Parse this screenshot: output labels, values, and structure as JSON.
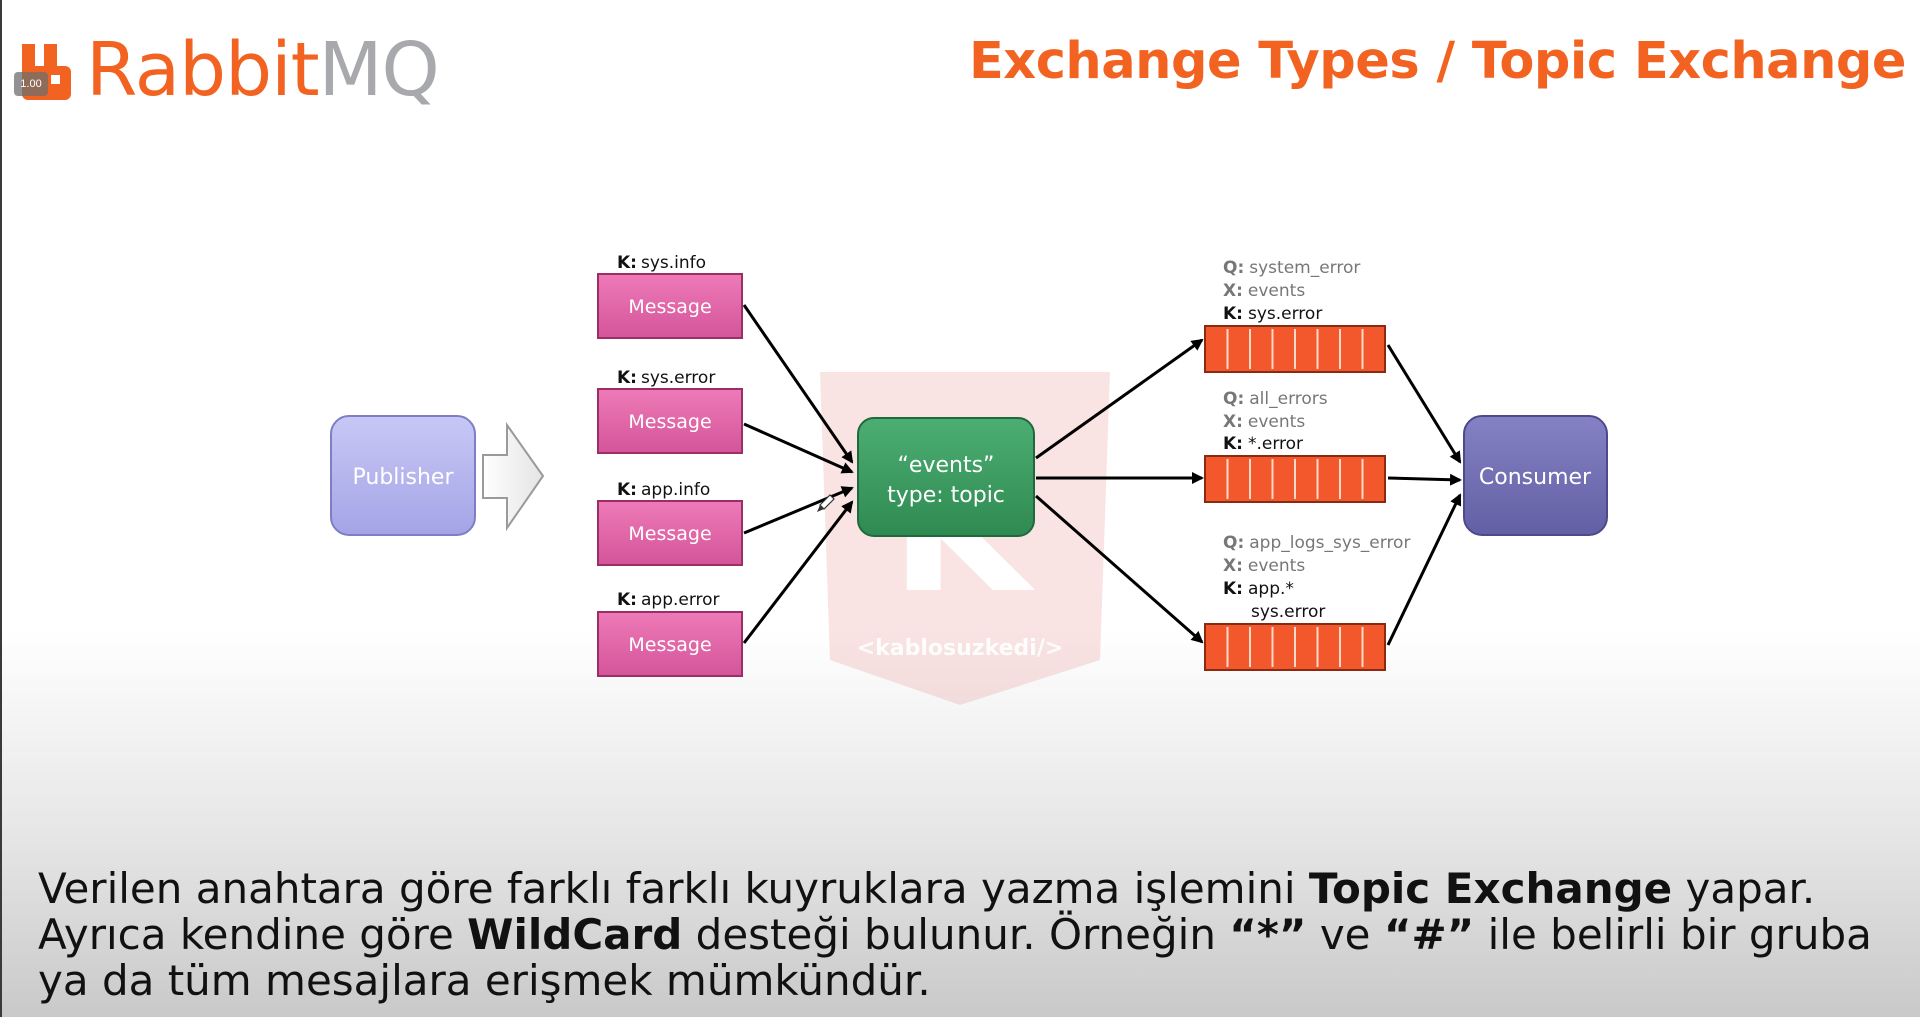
{
  "logo": {
    "brand_orange": "RabbitMQ_part1",
    "part1": "Rabbit",
    "part2": "MQ",
    "orange": "#f26322",
    "gray": "#a7a9ac"
  },
  "speed_badge": "1.00",
  "title": "Exchange Types / Topic Exchange",
  "diagram": {
    "publisher": "Publisher",
    "exchange": {
      "line1": "“events”",
      "line2": "type: topic"
    },
    "consumer": "Consumer",
    "messages": [
      {
        "key_prefix": "K:",
        "key": "sys.info",
        "label": "Message"
      },
      {
        "key_prefix": "K:",
        "key": "sys.error",
        "label": "Message"
      },
      {
        "key_prefix": "K:",
        "key": "app.info",
        "label": "Message"
      },
      {
        "key_prefix": "K:",
        "key": "app.error",
        "label": "Message"
      }
    ],
    "queues": [
      {
        "q_prefix": "Q:",
        "q": "system_error",
        "x_prefix": "X:",
        "x": "events",
        "k_prefix": "K:",
        "k": "sys.error",
        "k2": ""
      },
      {
        "q_prefix": "Q:",
        "q": "all_errors",
        "x_prefix": "X:",
        "x": "events",
        "k_prefix": "K:",
        "k": "*.error",
        "k2": ""
      },
      {
        "q_prefix": "Q:",
        "q": "app_logs_sys_error",
        "x_prefix": "X:",
        "x": "events",
        "k_prefix": "K:",
        "k": "app.*",
        "k2": "sys.error"
      }
    ],
    "watermark": "<kablosuzkedi/>",
    "colors": {
      "publisher": "#b3b3ee",
      "message": "#e066a6",
      "exchange": "#3d9a62",
      "queue": "#f2582c",
      "consumer": "#7472b4"
    }
  },
  "caption": {
    "line1_a": "Verilen anahtara göre farklı farklı kuyruklara yazma işlemini ",
    "line1_b": "Topic Exchange",
    "line1_c": " yapar.",
    "line2_a": "Ayrıca kendine göre ",
    "line2_b": "WildCard",
    "line2_c": " desteği bulunur. Örneğin ",
    "line2_d": "“*”",
    "line2_e": " ve ",
    "line2_f": "“#”",
    "line2_g": " ile belirli bir gruba",
    "line3": "ya da tüm mesajlara erişmek mümkündür."
  }
}
